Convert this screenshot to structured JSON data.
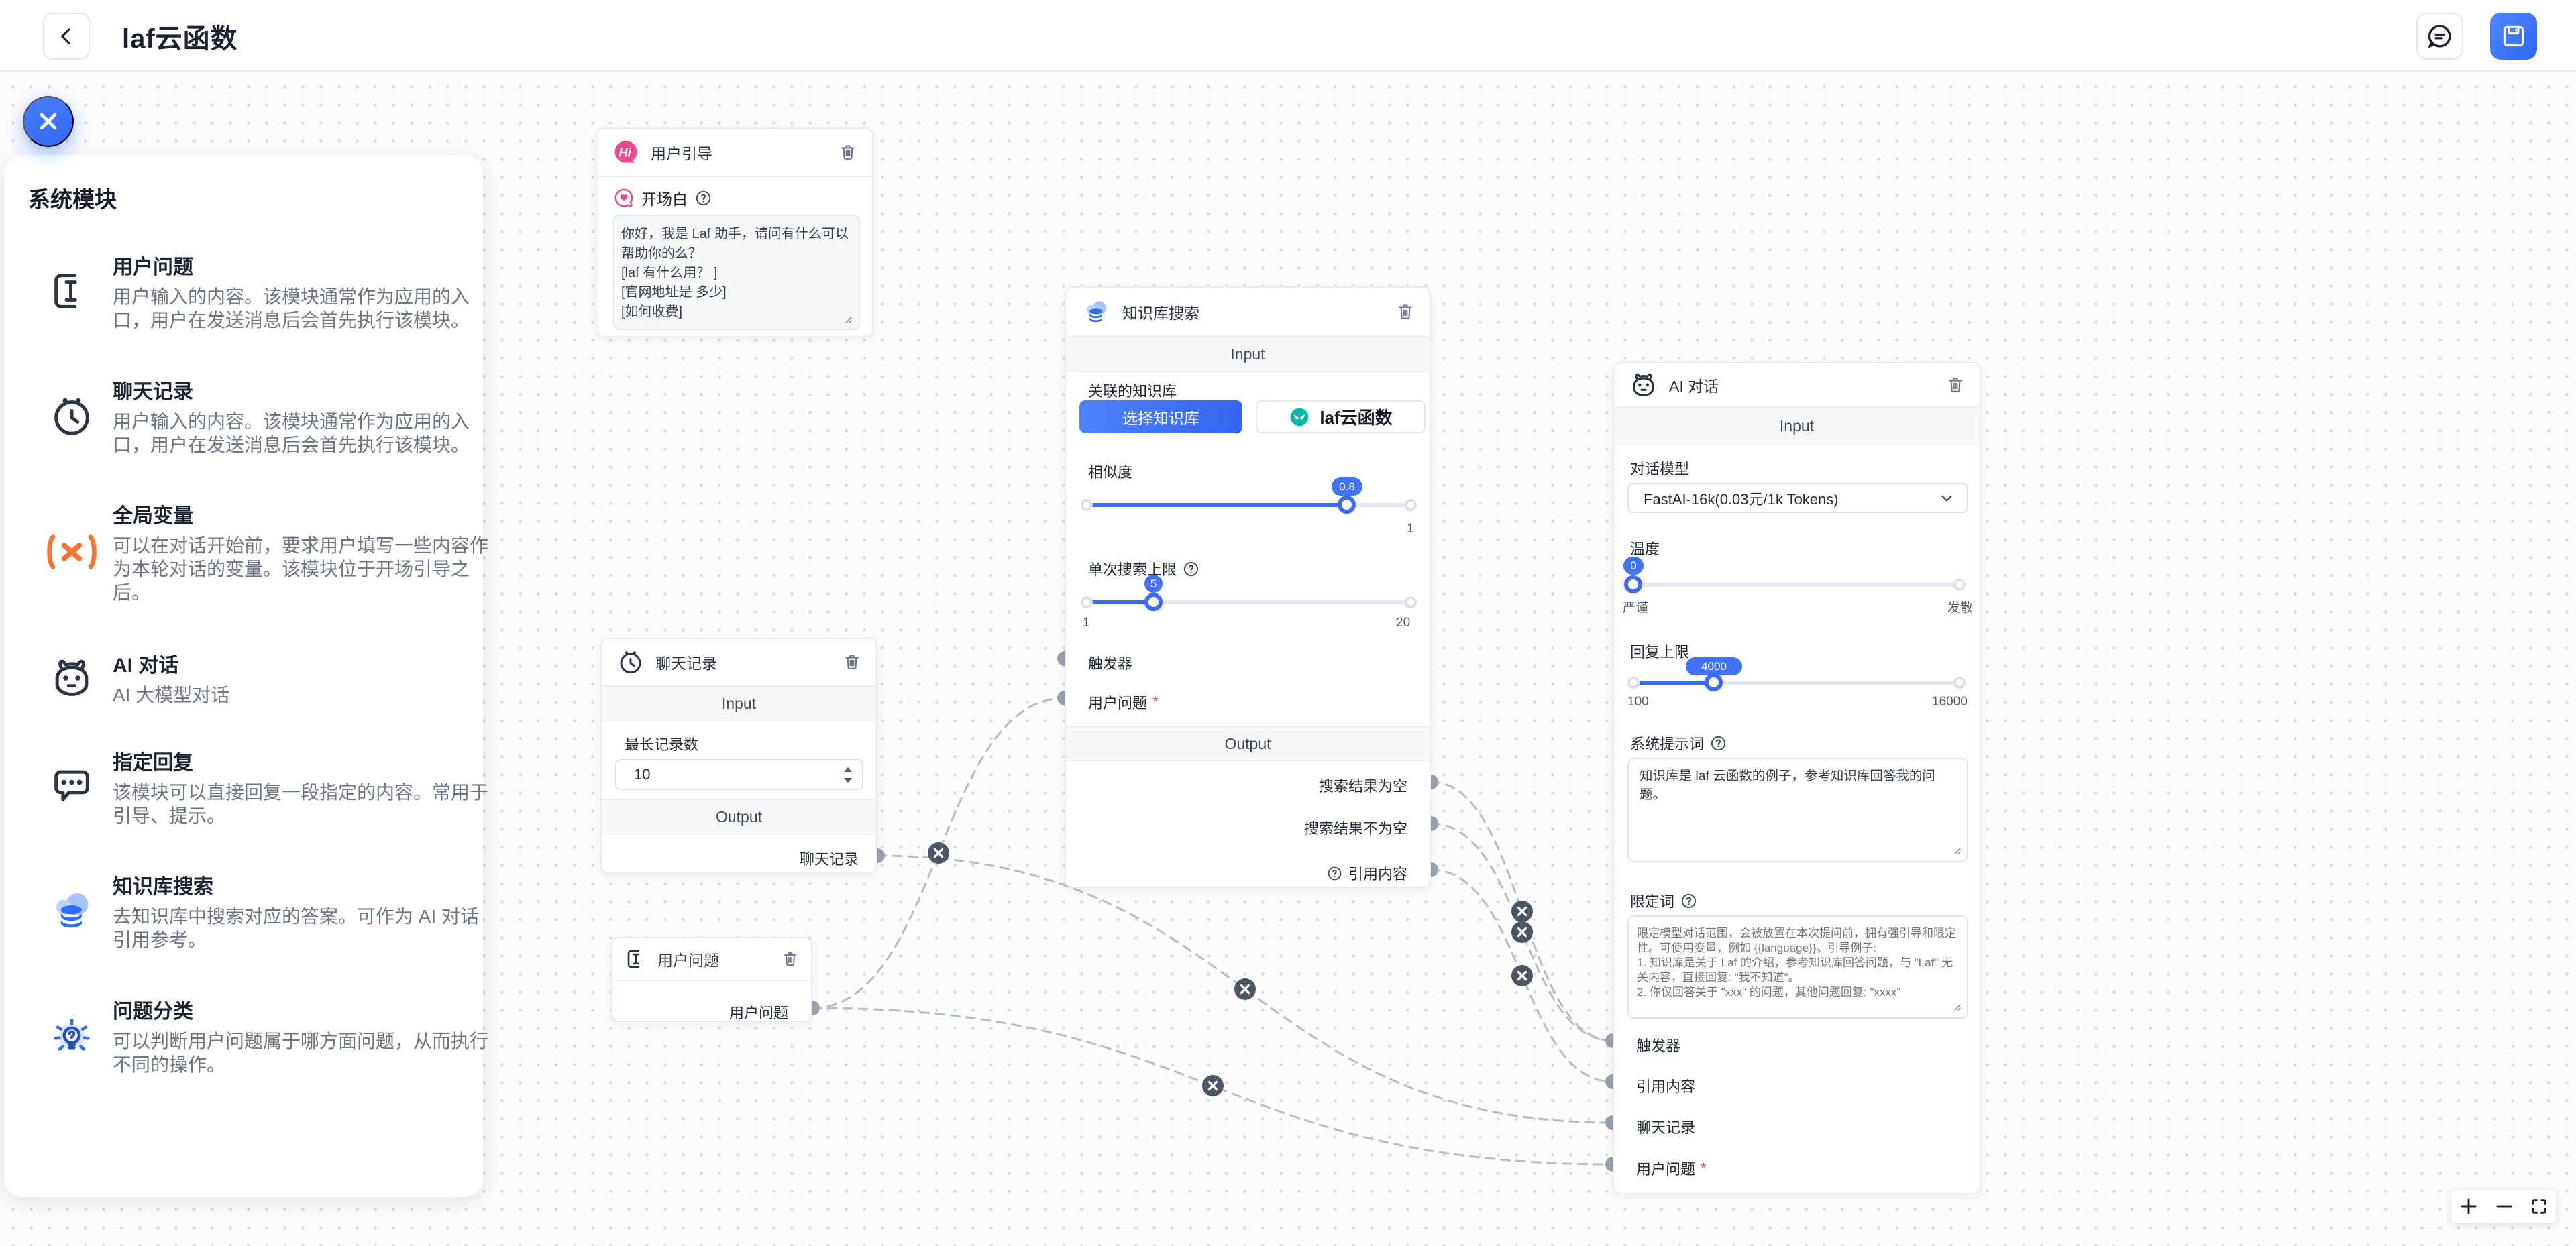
{
  "header": {
    "title": "laf云函数"
  },
  "sidebar": {
    "title": "系统模块",
    "items": [
      {
        "title": "用户问题",
        "desc": "用户输入的内容。该模块通常作为应用的入口，用户在发送消息后会首先执行该模块。",
        "icon": "text-cursor"
      },
      {
        "title": "聊天记录",
        "desc": "用户输入的内容。该模块通常作为应用的入口，用户在发送消息后会首先执行该模块。",
        "icon": "history-clock"
      },
      {
        "title": "全局变量",
        "desc": "可以在对话开始前，要求用户填写一些内容作为本轮对话的变量。该模块位于开场引导之后。",
        "icon": "variable"
      },
      {
        "title": "AI 对话",
        "desc": "AI 大模型对话",
        "icon": "robot"
      },
      {
        "title": "指定回复",
        "desc": "该模块可以直接回复一段指定的内容。常用于引导、提示。",
        "icon": "reply-bubble"
      },
      {
        "title": "知识库搜索",
        "desc": "去知识库中搜索对应的答案。可作为 AI 对话引用参考。",
        "icon": "kb-database"
      },
      {
        "title": "问题分类",
        "desc": "可以判断用户问题属于哪方面问题，从而执行不同的操作。",
        "icon": "classify-bulb"
      }
    ]
  },
  "nodes": {
    "guide": {
      "title": "用户引导",
      "field_label": "开场白",
      "opening_text": "你好，我是 Laf 助手，请问有什么可以帮助你的么？\n[laf 有什么用？ ]\n[官网地址是 多少]\n[如何收费]"
    },
    "history": {
      "title": "聊天记录",
      "input_header": "Input",
      "output_header": "Output",
      "max_records_label": "最长记录数",
      "max_records_value": "10",
      "output_label": "聊天记录"
    },
    "question": {
      "title": "用户问题",
      "output_label": "用户问题"
    },
    "kb": {
      "title": "知识库搜索",
      "input_header": "Input",
      "output_header": "Output",
      "linked_kb_label": "关联的知识库",
      "select_kb_button": "选择知识库",
      "kb_tag": "laf云函数",
      "similarity_label": "相似度",
      "similarity_value": "0.8",
      "similarity_max": "1",
      "search_limit_label": "单次搜索上限",
      "search_limit_value": "5",
      "search_limit_min": "1",
      "search_limit_max": "20",
      "input_trigger": "触发器",
      "input_question": "用户问题",
      "required_mark": "*",
      "out_empty": "搜索结果为空",
      "out_not_empty": "搜索结果不为空",
      "out_quote": "引用内容"
    },
    "ai": {
      "title": "AI 对话",
      "input_header": "Input",
      "model_label": "对话模型",
      "model_value": "FastAI-16k(0.03元/1k Tokens)",
      "temp_label": "温度",
      "temp_value": "0",
      "temp_min_label": "严谨",
      "temp_max_label": "发散",
      "reply_label": "回复上限",
      "reply_value": "4000",
      "reply_min": "100",
      "reply_max": "16000",
      "sys_prompt_label": "系统提示词",
      "sys_prompt_value": "知识库是 laf 云函数的例子，参考知识库回答我的问题。",
      "limit_label": "限定词",
      "limit_placeholder": "限定模型对话范围，会被放置在本次提问前，拥有强引导和限定性。可使用变量，例如 {{language}}。引导例子:\n1. 知识库是关于 Laf 的介绍，参考知识库回答问题，与 \"Laf\" 无关内容，直接回复: \"我不知道\"。\n2. 你仅回答关于 \"xxx\" 的问题，其他问题回复: \"xxxx\"",
      "input_trigger": "触发器",
      "input_quote": "引用内容",
      "input_history": "聊天记录",
      "input_question": "用户问题"
    }
  },
  "colors": {
    "primary": "#3370ff",
    "pink": "#e84a90",
    "teal": "#06b493",
    "orange": "#f97316"
  }
}
